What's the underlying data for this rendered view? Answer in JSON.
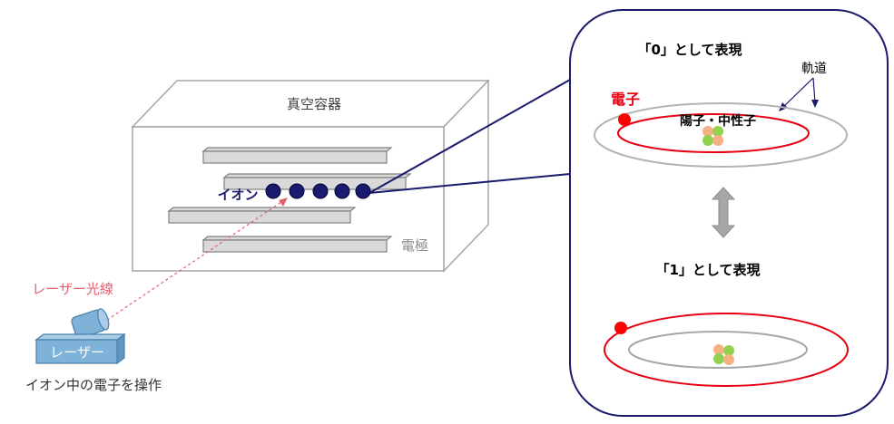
{
  "chamber": {
    "label": "真空容器"
  },
  "electrode": {
    "label": "電極"
  },
  "ion": {
    "label": "イオン"
  },
  "laser": {
    "beam_label": "レーザー光線",
    "device_label": "レーザー",
    "caption": "イオン中の電子を操作"
  },
  "panel": {
    "state0_title": "「0」として表現",
    "state1_title": "「1」として表現",
    "orbit_label": "軌道",
    "electron_label": "電子",
    "nucleus_label": "陽子・中性子"
  },
  "colors": {
    "electron": "#e60012",
    "ion": "#1a1a6e",
    "orbit_outer": "#b3b3b3",
    "laser_beam": "#e06070",
    "laser_device": "#7fb2d9",
    "proton": "#f4b183",
    "neutron": "#92d050"
  }
}
